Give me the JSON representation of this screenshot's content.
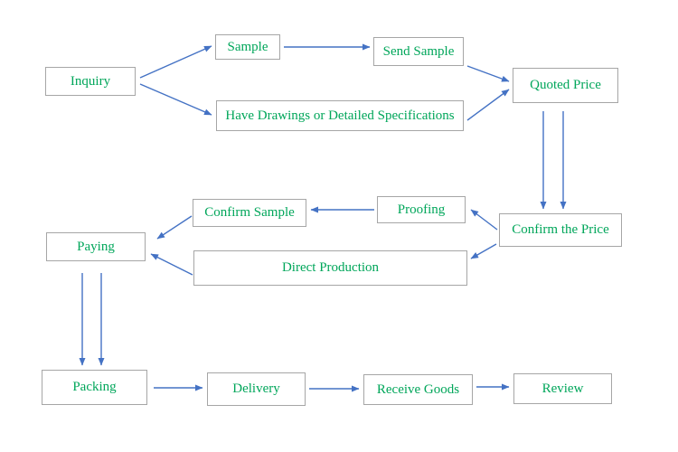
{
  "diagram": {
    "type": "flowchart",
    "colors": {
      "node_text": "#00a65a",
      "node_border": "#a6a6a6",
      "arrow": "#4472c4",
      "background": "#ffffff"
    },
    "nodes": [
      {
        "id": "inquiry",
        "label": "Inquiry"
      },
      {
        "id": "sample",
        "label": "Sample"
      },
      {
        "id": "send-sample",
        "label": "Send Sample"
      },
      {
        "id": "have-drawings",
        "label": "Have Drawings or Detailed Specifications"
      },
      {
        "id": "quoted-price",
        "label": "Quoted Price"
      },
      {
        "id": "confirm-the-price",
        "label": "Confirm the Price"
      },
      {
        "id": "proofing",
        "label": "Proofing"
      },
      {
        "id": "confirm-sample",
        "label": "Confirm Sample"
      },
      {
        "id": "direct-production",
        "label": "Direct Production"
      },
      {
        "id": "paying",
        "label": "Paying"
      },
      {
        "id": "packing",
        "label": "Packing"
      },
      {
        "id": "delivery",
        "label": "Delivery"
      },
      {
        "id": "receive-goods",
        "label": "Receive Goods"
      },
      {
        "id": "review",
        "label": "Review"
      }
    ],
    "edges": [
      {
        "from": "Inquiry",
        "to": "Sample",
        "style": "single"
      },
      {
        "from": "Inquiry",
        "to": "Have Drawings or Detailed Specifications",
        "style": "single"
      },
      {
        "from": "Sample",
        "to": "Send Sample",
        "style": "single"
      },
      {
        "from": "Send Sample",
        "to": "Quoted Price",
        "style": "single"
      },
      {
        "from": "Have Drawings or Detailed Specifications",
        "to": "Quoted Price",
        "style": "single"
      },
      {
        "from": "Quoted Price",
        "to": "Confirm the Price",
        "style": "double"
      },
      {
        "from": "Confirm the Price",
        "to": "Proofing",
        "style": "single"
      },
      {
        "from": "Proofing",
        "to": "Confirm Sample",
        "style": "single"
      },
      {
        "from": "Confirm Sample",
        "to": "Paying",
        "style": "single"
      },
      {
        "from": "Confirm the Price",
        "to": "Direct Production",
        "style": "single"
      },
      {
        "from": "Direct Production",
        "to": "Paying",
        "style": "single"
      },
      {
        "from": "Paying",
        "to": "Packing",
        "style": "double"
      },
      {
        "from": "Packing",
        "to": "Delivery",
        "style": "single"
      },
      {
        "from": "Delivery",
        "to": "Receive Goods",
        "style": "single"
      },
      {
        "from": "Receive Goods",
        "to": "Review",
        "style": "single"
      }
    ]
  }
}
